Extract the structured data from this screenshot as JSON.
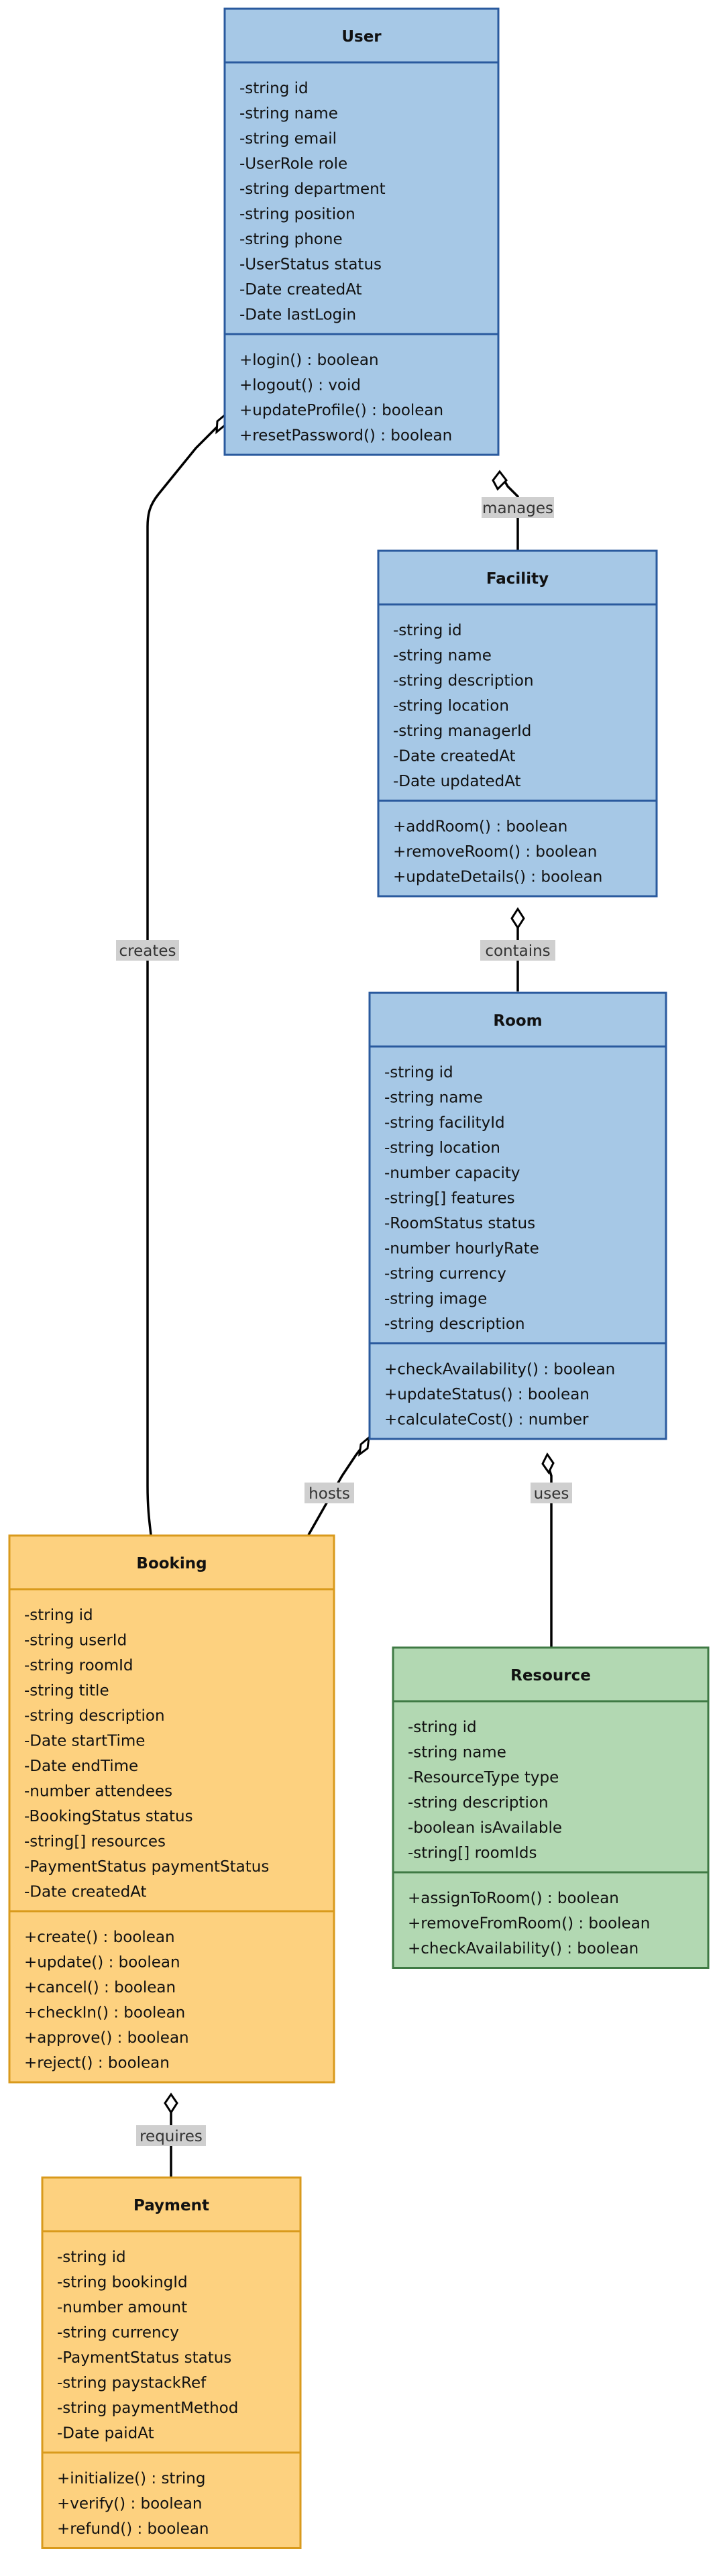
{
  "classes": {
    "user": {
      "name": "User",
      "attributes": [
        "-string id",
        "-string name",
        "-string email",
        "-UserRole role",
        "-string department",
        "-string position",
        "-string phone",
        "-UserStatus status",
        "-Date createdAt",
        "-Date lastLogin"
      ],
      "methods": [
        "+login() : boolean",
        "+logout() : void",
        "+updateProfile() : boolean",
        "+resetPassword() : boolean"
      ]
    },
    "facility": {
      "name": "Facility",
      "attributes": [
        "-string id",
        "-string name",
        "-string description",
        "-string location",
        "-string managerId",
        "-Date createdAt",
        "-Date updatedAt"
      ],
      "methods": [
        "+addRoom() : boolean",
        "+removeRoom() : boolean",
        "+updateDetails() : boolean"
      ]
    },
    "room": {
      "name": "Room",
      "attributes": [
        "-string id",
        "-string name",
        "-string facilityId",
        "-string location",
        "-number capacity",
        "-string[] features",
        "-RoomStatus status",
        "-number hourlyRate",
        "-string currency",
        "-string image",
        "-string description"
      ],
      "methods": [
        "+checkAvailability() : boolean",
        "+updateStatus() : boolean",
        "+calculateCost() : number"
      ]
    },
    "booking": {
      "name": "Booking",
      "attributes": [
        "-string id",
        "-string userId",
        "-string roomId",
        "-string title",
        "-string description",
        "-Date startTime",
        "-Date endTime",
        "-number attendees",
        "-BookingStatus status",
        "-string[] resources",
        "-PaymentStatus paymentStatus",
        "-Date createdAt"
      ],
      "methods": [
        "+create() : boolean",
        "+update() : boolean",
        "+cancel() : boolean",
        "+checkIn() : boolean",
        "+approve() : boolean",
        "+reject() : boolean"
      ]
    },
    "resource": {
      "name": "Resource",
      "attributes": [
        "-string id",
        "-string name",
        "-ResourceType type",
        "-string description",
        "-boolean isAvailable",
        "-string[] roomIds"
      ],
      "methods": [
        "+assignToRoom() : boolean",
        "+removeFromRoom() : boolean",
        "+checkAvailability() : boolean"
      ]
    },
    "payment": {
      "name": "Payment",
      "attributes": [
        "-string id",
        "-string bookingId",
        "-number amount",
        "-string currency",
        "-PaymentStatus status",
        "-string paystackRef",
        "-string paymentMethod",
        "-Date paidAt"
      ],
      "methods": [
        "+initialize() : string",
        "+verify() : boolean",
        "+refund() : boolean"
      ]
    }
  },
  "relations": {
    "manages": "manages",
    "contains": "contains",
    "creates": "creates",
    "hosts": "hosts",
    "uses": "uses",
    "requires": "requires"
  },
  "colors": {
    "blue_fill": "#a6c8e6",
    "blue_border": "#2a5a9e",
    "orange_fill": "#fdd17f",
    "orange_border": "#d99a1c",
    "green_fill": "#b2d8b2",
    "green_border": "#3f7a44"
  }
}
